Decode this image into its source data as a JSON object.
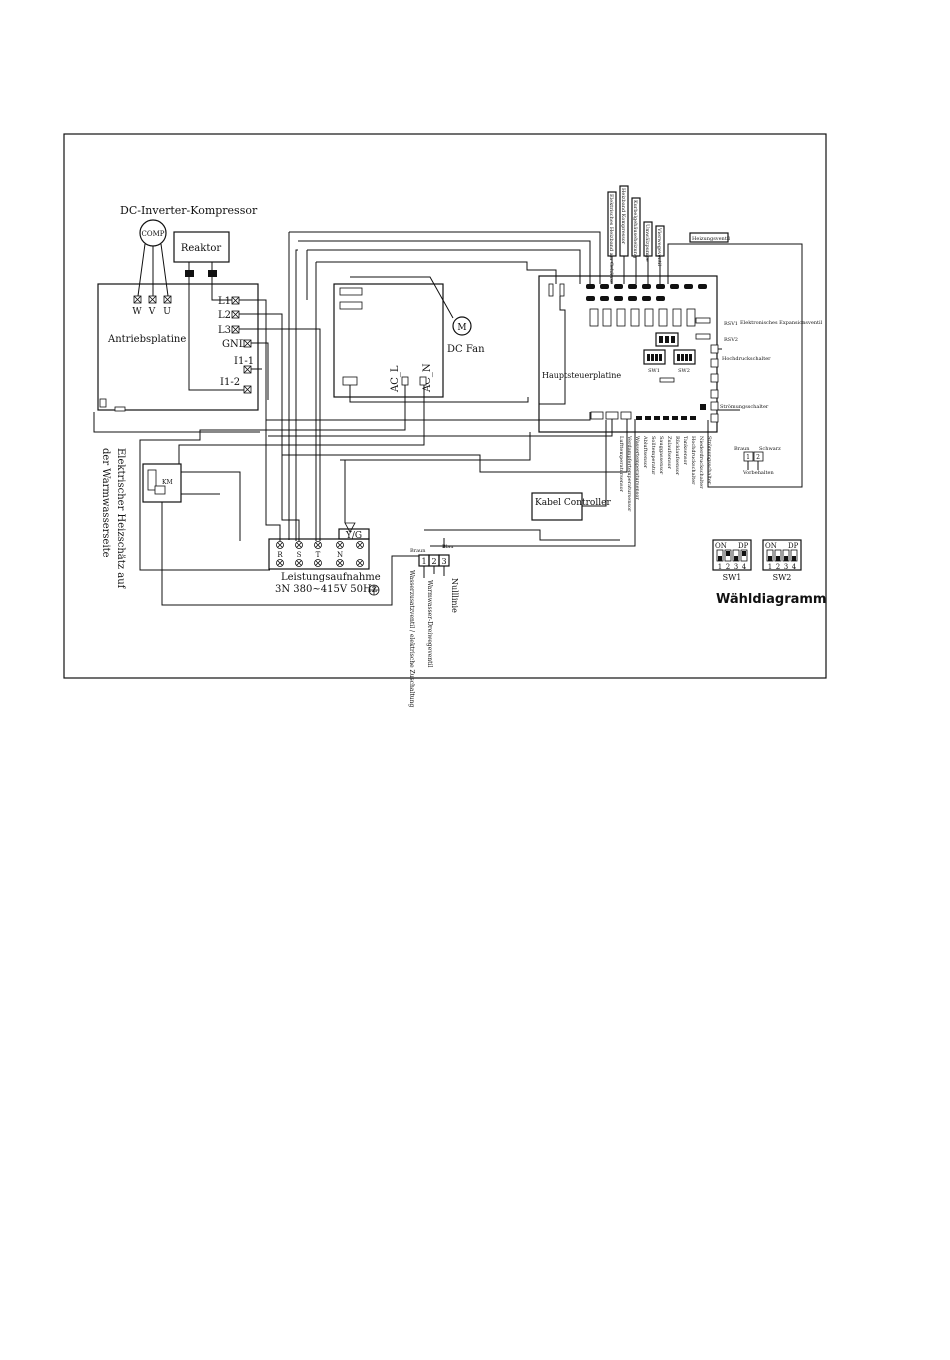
{
  "diagram": {
    "compressor_title": "DC-Inverter-Kompressor",
    "comp_label": "COMP",
    "reactor_label": "Reaktor",
    "driver_board_label": "Antriebsplatine",
    "driver_terminals": [
      "W",
      "V",
      "U"
    ],
    "driver_inputs": [
      "L1",
      "L2",
      "L3",
      "GND",
      "I1-1",
      "I1-2"
    ],
    "fan_label": "DC Fan",
    "motor_symbol": "M",
    "ac_l_label": "AC_L",
    "ac_n_label": "AC_N",
    "main_board_label": "Hauptsteuerplatine",
    "sw1_label": "SW1",
    "sw2_label": "SW2",
    "rsv_labels": [
      "RSV1",
      "RSV2"
    ],
    "cable_controller_label": "Kabel Controller",
    "heater_label_line1": "Elektrischer Heizschätz auf",
    "heater_label_line2": "der Warmwasserseite",
    "power_terminals": [
      "R",
      "S",
      "T",
      "N"
    ],
    "yg_label": "Y/G",
    "power_label": "Leistungsaufnahme",
    "power_spec": "3N 380~415V  50Hz",
    "valve_terminals": [
      "1",
      "2",
      "3"
    ],
    "valve_labels": [
      "Wasserzusatzventil / elektrische Zuschaltung",
      "Warmwasser-Dreiwegeventil",
      "Nulllinie"
    ],
    "selection_title": "Wähldiagramm",
    "dip_on": "ON",
    "dip_dp": "DP",
    "dip_numbers": [
      "1",
      "2",
      "3",
      "4"
    ],
    "dip_sw1": "SW1",
    "dip_sw2": "SW2",
    "top_component_labels": [
      "Elektrisches Heizband am Gehäuse",
      "Heizband Kompressor",
      "Kurbelgehäuseheizung",
      "Umwälzpumpe",
      "Vierwegeventil"
    ],
    "heating_valve_label": "Heizungsventil",
    "left_sensor_labels": [
      "Lufttemperatursensor",
      "Verdampfertemperatursensor",
      "Wassertemperatursensor",
      "Abluftsensor",
      "Solltemperatur",
      "Sauggassensor",
      "Zulaufsensor",
      "Rücklaufsensor",
      "Tanksensor",
      "Hochdruckschalter",
      "Niederdruckschalter",
      "Strömungsschalter"
    ],
    "right_labels": [
      "Elektronisches Expansionsventil",
      "Hochdruckschalter",
      "Strömungsschalter",
      "Braun",
      "Schwarz",
      "Vorbehalten"
    ],
    "valve_wire_colors": [
      "Braun",
      "Blau"
    ]
  }
}
